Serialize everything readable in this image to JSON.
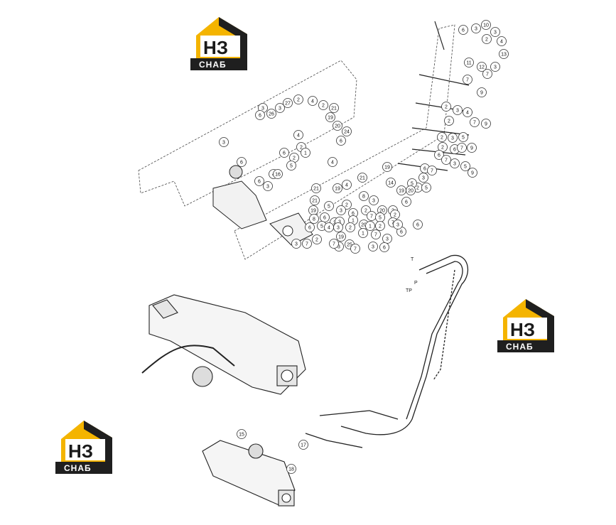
{
  "logo": {
    "top_text": "НЗ",
    "bottom_text": "СНАБ",
    "colors": {
      "yellow": "#f4b400",
      "dark": "#1f1f1f"
    }
  },
  "side_labels": {
    "t": "T",
    "p": "P",
    "tp": "TP"
  },
  "callouts_upper_left": [
    "3",
    "6",
    "26",
    "3",
    "27",
    "2",
    "4",
    "2",
    "21",
    "19",
    "20",
    "24",
    "6",
    "3",
    "6",
    "4",
    "2",
    "1",
    "2",
    "5",
    "6",
    "4",
    "16",
    "6",
    "3"
  ],
  "callouts_top_right": [
    "6",
    "3",
    "10",
    "3",
    "2",
    "4",
    "13",
    "11",
    "12",
    "3",
    "7"
  ],
  "callouts_right_column": [
    "7",
    "9",
    "2",
    "3",
    "4",
    "2",
    "7",
    "9",
    "2",
    "3",
    "5",
    "6",
    "2",
    "7",
    "9",
    "6",
    "7",
    "3",
    "5",
    "9",
    "6",
    "7",
    "3",
    "2",
    "5",
    "5"
  ],
  "callouts_center": [
    "4",
    "21",
    "19",
    "14",
    "19",
    "20",
    "21",
    "19",
    "4",
    "8",
    "3",
    "2",
    "2",
    "20",
    "2",
    "21",
    "5",
    "3",
    "6",
    "7",
    "5",
    "2",
    "6",
    "19",
    "6",
    "2",
    "3",
    "1",
    "8",
    "6",
    "5",
    "4",
    "3",
    "2",
    "20",
    "1",
    "2",
    "7",
    "6",
    "19",
    "7",
    "3",
    "3",
    "6",
    "3",
    "7",
    "2",
    "3",
    "25",
    "7",
    "3",
    "6",
    "1",
    "7"
  ],
  "callouts_lower": [
    "15",
    "17",
    "18"
  ]
}
